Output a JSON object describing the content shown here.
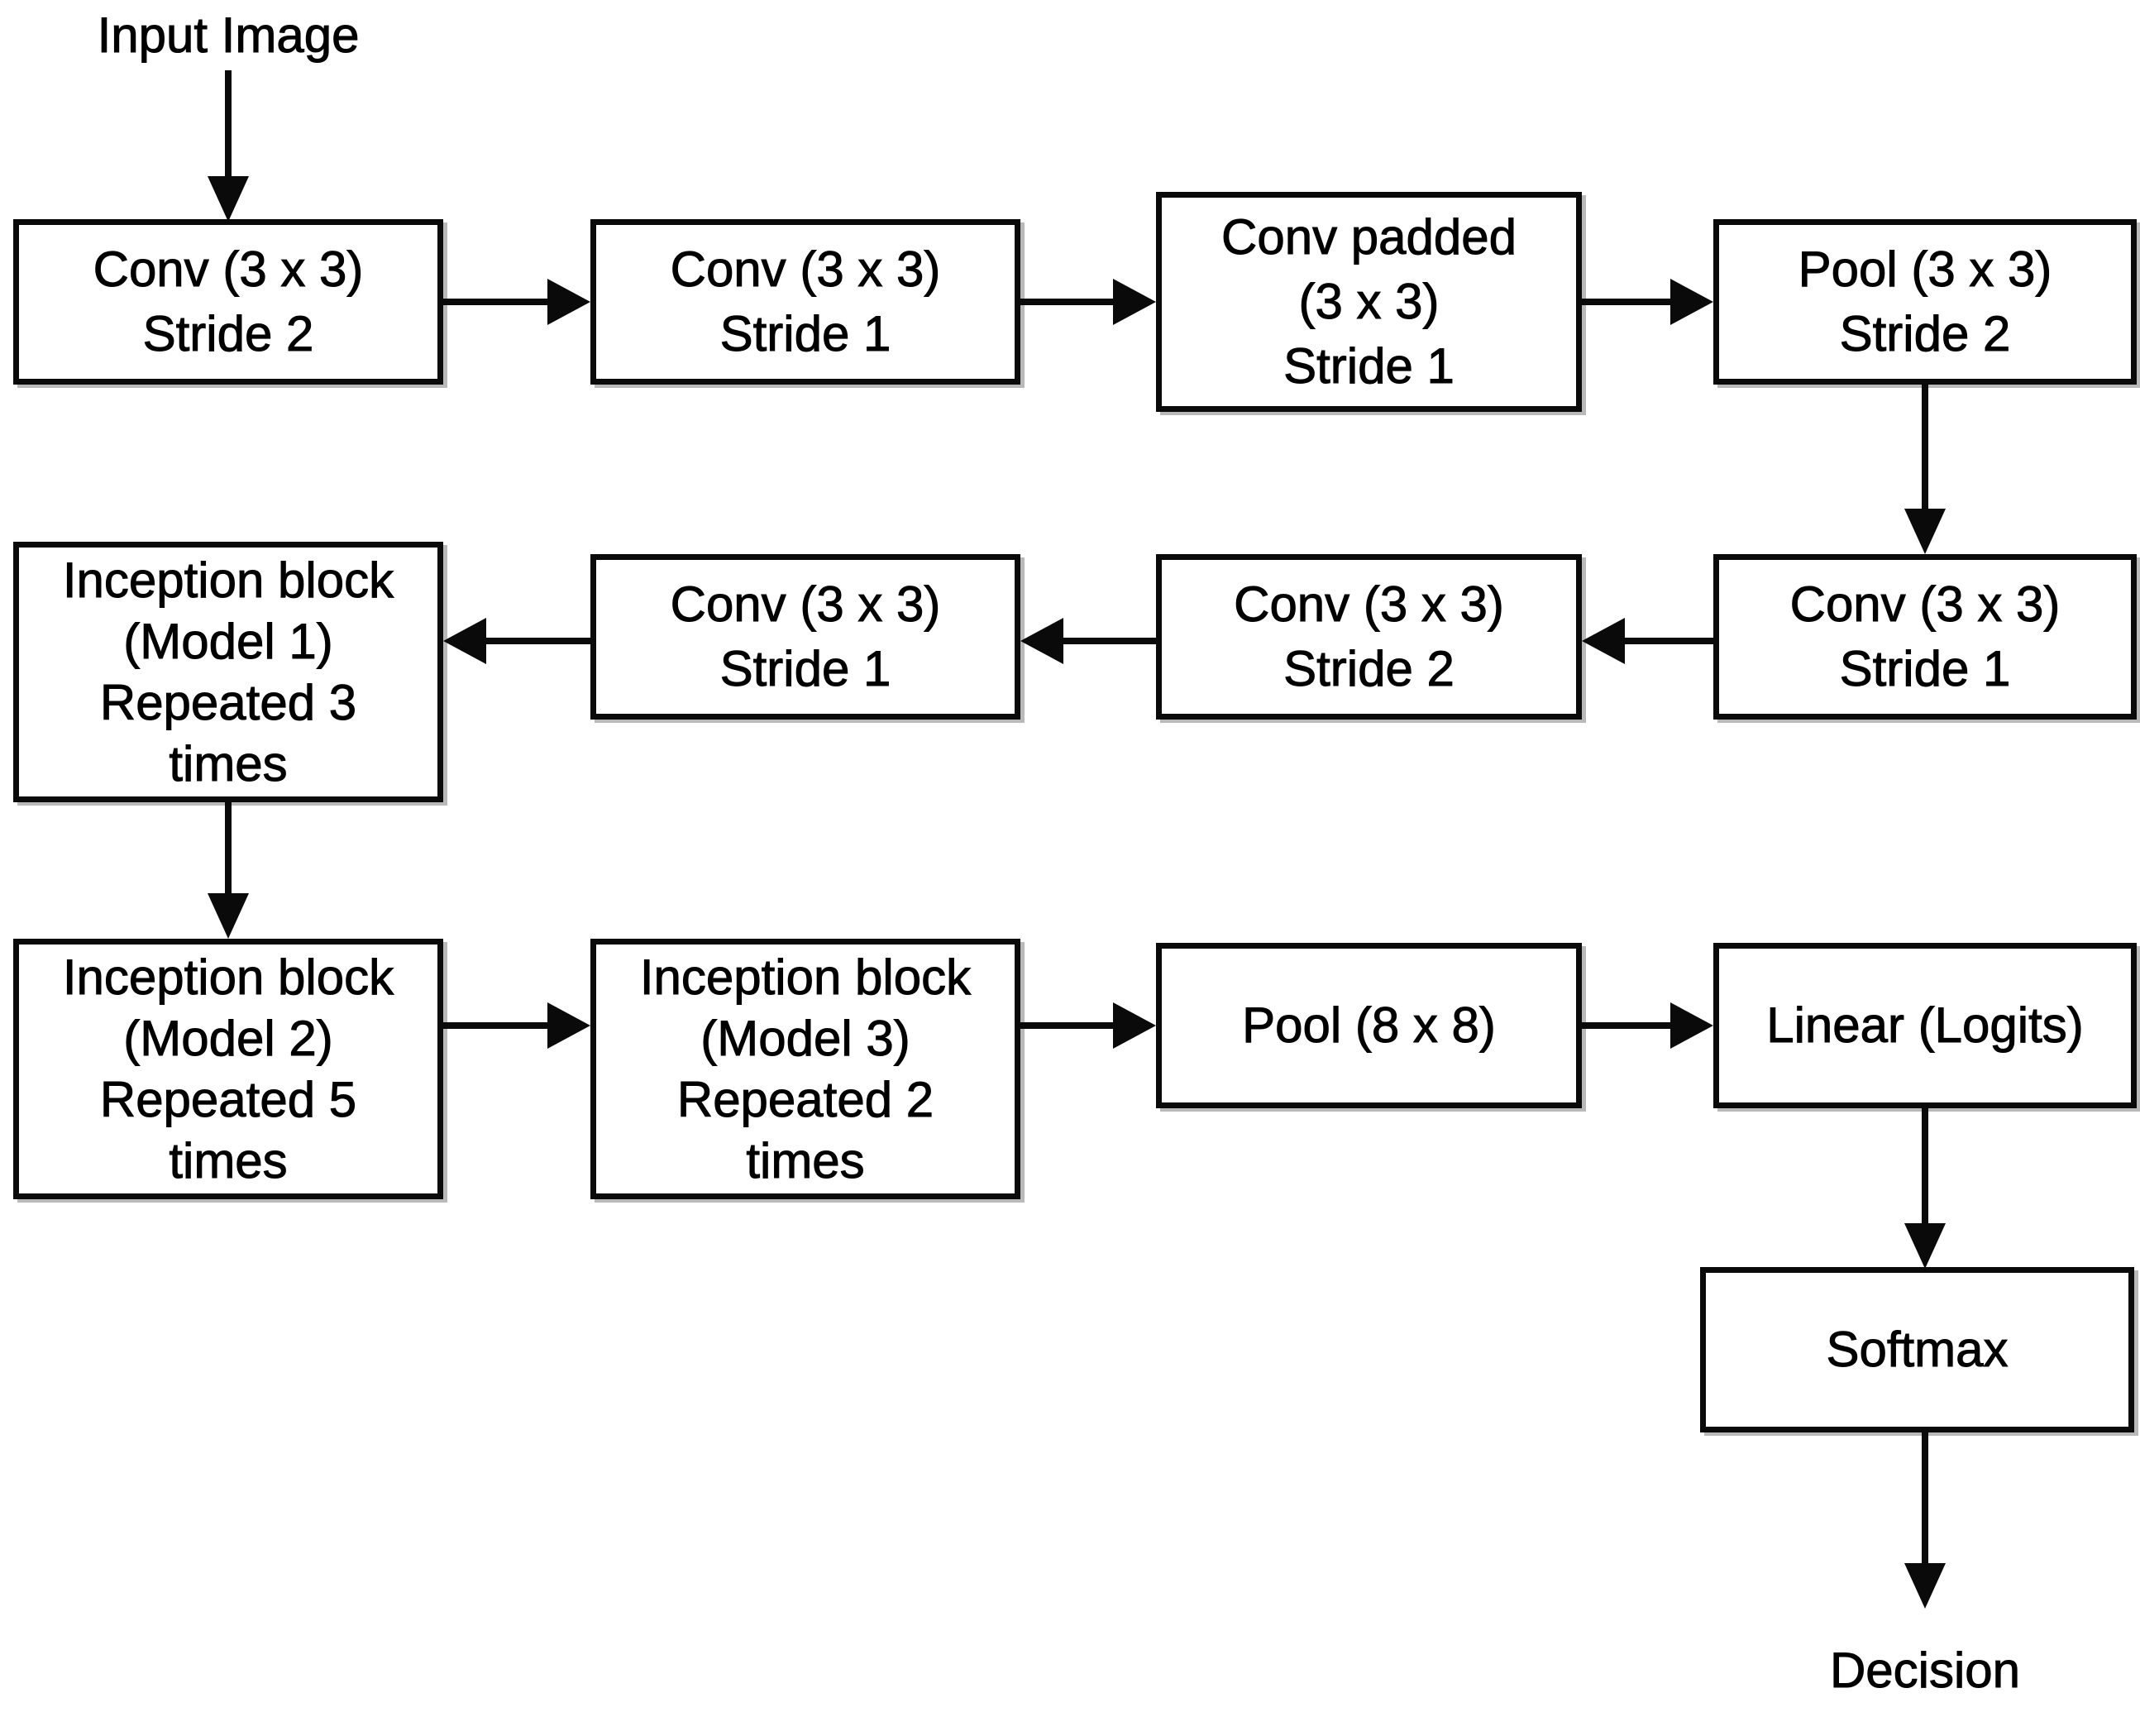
{
  "labels": {
    "input": "Input Image",
    "decision": "Decision"
  },
  "nodes": [
    {
      "id": "conv1",
      "lines": [
        "Conv (3 x 3)",
        "Stride 2"
      ]
    },
    {
      "id": "conv2",
      "lines": [
        "Conv (3 x 3)",
        "Stride 1"
      ]
    },
    {
      "id": "conv_padded",
      "lines": [
        "Conv padded",
        "(3 x 3)",
        "Stride 1"
      ]
    },
    {
      "id": "pool1",
      "lines": [
        "Pool (3 x 3)",
        "Stride 2"
      ]
    },
    {
      "id": "conv3",
      "lines": [
        "Conv (3 x 3)",
        "Stride 1"
      ]
    },
    {
      "id": "conv4",
      "lines": [
        "Conv (3 x 3)",
        "Stride 2"
      ]
    },
    {
      "id": "conv5",
      "lines": [
        "Conv (3 x 3)",
        "Stride 1"
      ]
    },
    {
      "id": "inception1",
      "lines": [
        "Inception block",
        "(Model 1)",
        "Repeated 3",
        "times"
      ]
    },
    {
      "id": "inception2",
      "lines": [
        "Inception block",
        "(Model 2)",
        "Repeated 5",
        "times"
      ]
    },
    {
      "id": "inception3",
      "lines": [
        "Inception block",
        "(Model 3)",
        "Repeated 2",
        "times"
      ]
    },
    {
      "id": "pool2",
      "lines": [
        "Pool (8 x 8)"
      ]
    },
    {
      "id": "linear",
      "lines": [
        "Linear (Logits)"
      ]
    },
    {
      "id": "softmax",
      "lines": [
        "Softmax"
      ]
    }
  ],
  "edges": [
    {
      "from": "input",
      "to": "conv1"
    },
    {
      "from": "conv1",
      "to": "conv2"
    },
    {
      "from": "conv2",
      "to": "conv_padded"
    },
    {
      "from": "conv_padded",
      "to": "pool1"
    },
    {
      "from": "pool1",
      "to": "conv3"
    },
    {
      "from": "conv3",
      "to": "conv4"
    },
    {
      "from": "conv4",
      "to": "conv5"
    },
    {
      "from": "conv5",
      "to": "inception1"
    },
    {
      "from": "inception1",
      "to": "inception2"
    },
    {
      "from": "inception2",
      "to": "inception3"
    },
    {
      "from": "inception3",
      "to": "pool2"
    },
    {
      "from": "pool2",
      "to": "linear"
    },
    {
      "from": "linear",
      "to": "softmax"
    },
    {
      "from": "softmax",
      "to": "decision"
    }
  ]
}
